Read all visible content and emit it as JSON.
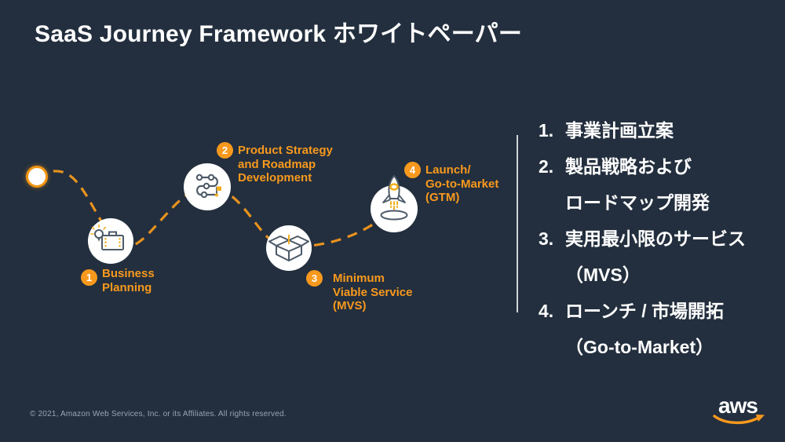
{
  "slide": {
    "title": "SaaS Journey Framework ホワイトペーパー",
    "footer": "© 2021, Amazon Web Services, Inc. or its Affiliates. All rights reserved.",
    "logo_text": "aws"
  },
  "colors": {
    "background": "#232F3E",
    "accent_orange": "#F8991D",
    "path_orange": "#E8921E",
    "icon_stroke": "#4D5A68",
    "icon_accent": "#F2B01E",
    "text_white": "#FFFFFF",
    "footer_gray": "#9AA5B1",
    "divider": "#E3E8ED"
  },
  "journey": {
    "start_marker": "orange-ring-dot",
    "steps": [
      {
        "number": "1",
        "icon": "briefcase-idea-icon",
        "label_lines": [
          "Business",
          "Planning"
        ]
      },
      {
        "number": "2",
        "icon": "roadmap-icon",
        "label_lines": [
          "Product Strategy",
          "and Roadmap",
          "Development"
        ]
      },
      {
        "number": "3",
        "icon": "open-box-icon",
        "label_lines": [
          "Minimum",
          "Viable Service",
          "(MVS)"
        ]
      },
      {
        "number": "4",
        "icon": "rocket-icon",
        "label_lines": [
          "Launch/",
          "Go-to-Market",
          "(GTM)"
        ]
      }
    ]
  },
  "right_list": {
    "items": [
      {
        "num": "1.",
        "lines": [
          "事業計画立案"
        ]
      },
      {
        "num": "2.",
        "lines": [
          "製品戦略および",
          "ロードマップ開発"
        ]
      },
      {
        "num": "3.",
        "lines": [
          "実用最小限のサービス",
          "（MVS）"
        ]
      },
      {
        "num": "4.",
        "lines": [
          "ローンチ / 市場開拓",
          "（Go-to-Market）"
        ]
      }
    ]
  }
}
